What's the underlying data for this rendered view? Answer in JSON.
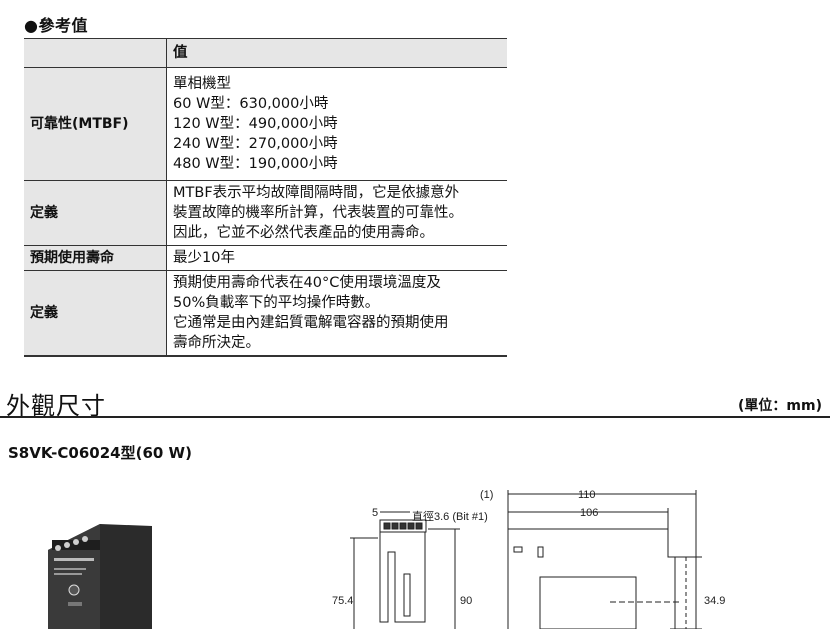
{
  "reference": {
    "title": "●參考值",
    "header_value": "值",
    "rows": [
      {
        "label": "可靠性(MTBF)",
        "lines": [
          "單相機型",
          "60 W型：630,000小時",
          "120 W型：490,000小時",
          "240 W型：270,000小時",
          "480 W型：190,000小時"
        ]
      },
      {
        "label": "定義",
        "lines": [
          "MTBF表示平均故障間隔時間，它是依據意外",
          "裝置故障的機率所計算，代表裝置的可靠性。",
          "因此，它並不必然代表產品的使用壽命。"
        ]
      },
      {
        "label": "預期使用壽命",
        "lines": [
          "最少10年"
        ]
      },
      {
        "label": "定義",
        "lines": [
          "預期使用壽命代表在40°C使用環境溫度及",
          "50%負載率下的平均操作時數。",
          "它通常是由內建鋁質電解電容器的預期使用",
          "壽命所決定。"
        ]
      }
    ]
  },
  "dimensions": {
    "title": "外觀尺寸",
    "unit": "(單位：mm)",
    "model": "S8VK-C06024型(60 W)",
    "drawing": {
      "note1": "(1)",
      "d110": "110",
      "d106": "106",
      "d5": "5",
      "hole": "直徑3.6 (Bit #1)",
      "d75_4": "75.4",
      "d90": "90",
      "d34_9": "34.9"
    }
  }
}
